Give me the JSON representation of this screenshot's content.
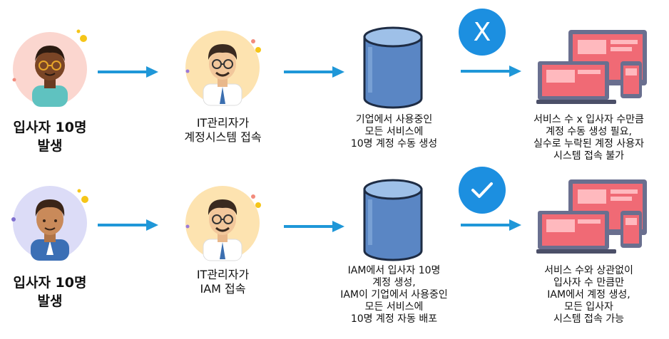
{
  "row1": {
    "person_label": "입사자 10명\n발생",
    "admin_label": "IT관리자가\n계정시스템 접속",
    "db_label": "기업에서 사용중인\n모든 서비스에\n10명 계정 수동 생성",
    "result_label": "서비스 수 x 입사자 수만큼\n계정 수동 생성 필요,\n실수로 누락된 계정 사용자\n시스템 접속 불가",
    "status_icon": "x-icon",
    "status_glyph": "X",
    "status_color": "#1c8fe0"
  },
  "row2": {
    "person_label": "입사자 10명\n발생",
    "admin_label": "IT관리자가\nIAM 접속",
    "db_label": "IAM에서 입사자 10명\n계정 생성,\nIAM이 기업에서 사용중인\n모든 서비스에\n10명 계정 자동 배포",
    "result_label": "서비스 수와 상관없이\n입사자 수 만큼만\nIAM에서 계정 생성,\n모든 입사자\n시스템 접속 가능",
    "status_icon": "check-icon",
    "status_color": "#1c8fe0"
  },
  "colors": {
    "arrow": "#1f97d8",
    "db_top": "#8fb4e0",
    "db_body": "#5a86c4",
    "screen": "#6a6f8f"
  }
}
